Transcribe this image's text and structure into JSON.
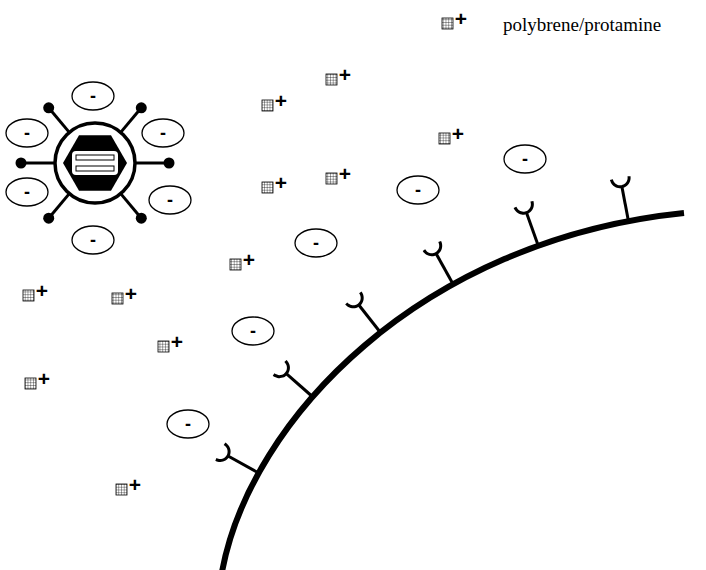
{
  "diagram": {
    "nodes": [
      {
        "text": [
          "-"
        ]
      },
      {
        "text": [
          "-"
        ]
      },
      {
        "text": [
          "-"
        ]
      },
      {
        "text": [
          "-"
        ]
      },
      {
        "text": [
          "-"
        ]
      },
      {
        "text": [
          "-"
        ]
      },
      {
        "text": [
          "-"
        ]
      },
      {
        "text": [
          "-"
        ]
      },
      {
        "text": [
          "-"
        ]
      },
      {
        "text": [
          "-"
        ]
      },
      {
        "text": [
          "-"
        ]
      }
    ],
    "labels": [
      "+",
      "+",
      "+",
      "+",
      "+",
      "+",
      "+",
      "+",
      "+",
      "+",
      "+",
      "+"
    ],
    "legend": [
      {
        "text": "polybrene/protamine"
      }
    ]
  }
}
